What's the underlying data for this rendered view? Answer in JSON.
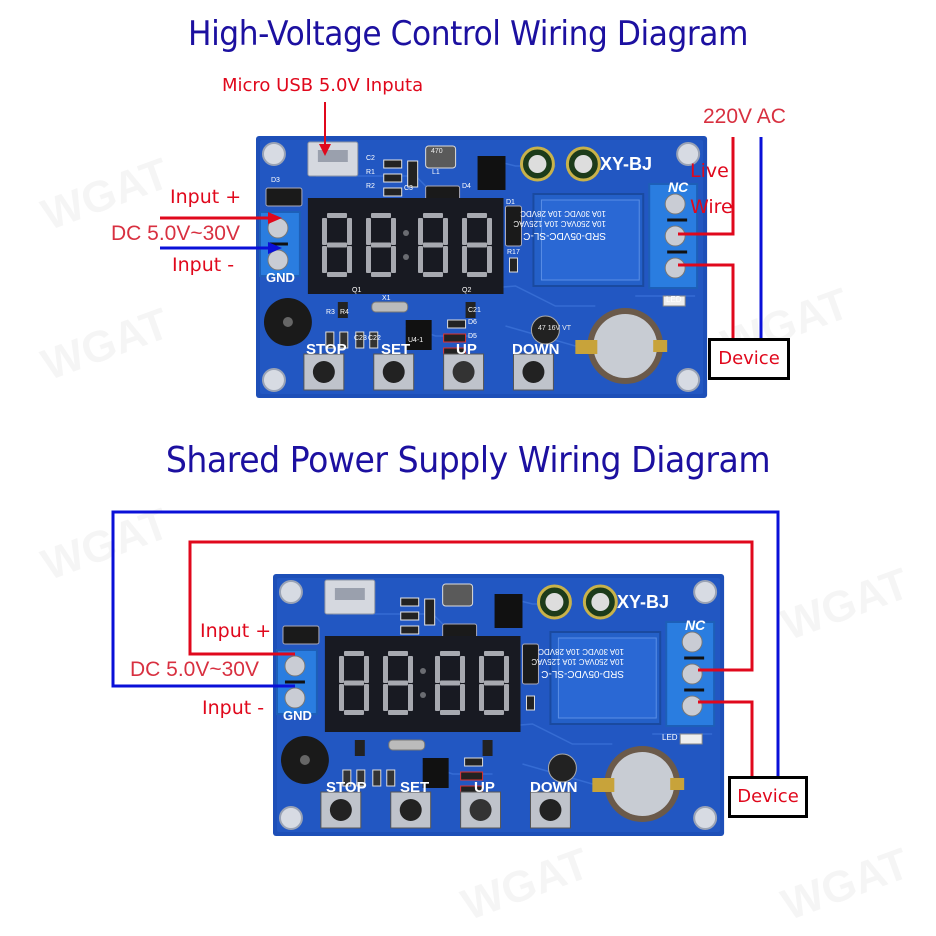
{
  "diagram1": {
    "title": "High-Voltage Control Wiring Diagram",
    "usb_label": "Micro USB 5.0V Inputa",
    "input_plus": "Input +",
    "dc_range": "DC 5.0V~30V",
    "input_minus": "Input -",
    "ac_label": "220V AC",
    "live_label": "Live",
    "wire_label": "Wire",
    "device_label": "Device"
  },
  "diagram2": {
    "title": "Shared Power Supply Wiring Diagram",
    "input_plus": "Input +",
    "dc_range": "DC 5.0V~30V",
    "input_minus": "Input -",
    "device_label": "Device"
  },
  "board": {
    "model": "XY-BJ",
    "relay_line1": "SRD-05VDC-SL-C",
    "relay_line2": "10A 250VAC  10A 125VAC",
    "relay_line3": "10A 30VDC  10A 28VDC",
    "nc_label": "NC",
    "gnd_label": "GND",
    "led_label": "LED",
    "inductor_label": "470",
    "cap_label": "47 16V VT",
    "components": [
      "D3",
      "C2",
      "R1",
      "R2",
      "C3",
      "L1",
      "D4",
      "D1",
      "R17",
      "Q1",
      "X1",
      "Q2",
      "R3",
      "R4",
      "C23",
      "C22",
      "U4-1",
      "C21",
      "D6",
      "D5"
    ],
    "buttons": [
      "STOP",
      "SET",
      "UP",
      "DOWN"
    ]
  },
  "colors": {
    "title": "#1c10a0",
    "label_red": "#e0081c",
    "wire_red": "#e0081c",
    "wire_blue": "#0a10d8",
    "pcb_blue": "#1d4fb8",
    "terminal_blue": "#2a7de0"
  }
}
